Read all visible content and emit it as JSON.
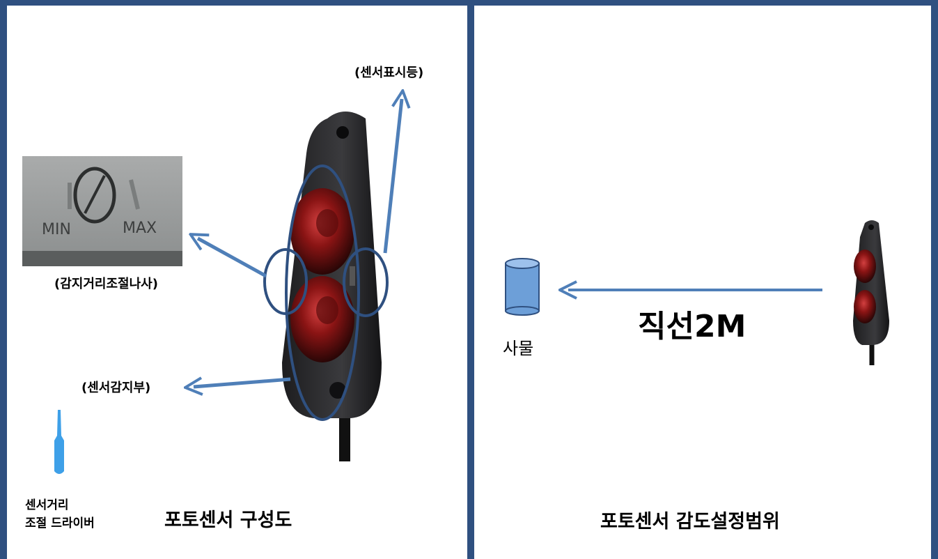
{
  "left": {
    "title": "포토센서 구성도",
    "label_indicator": "(센서표시등)",
    "label_adjust_screw": "(감지거리조절나사)",
    "label_sensing_part": "(센서감지부)",
    "screw_min": "MIN",
    "screw_max": "MAX",
    "driver_line1": "센서거리",
    "driver_line2": "조절 드라이버"
  },
  "right": {
    "title": "포토센서 감도설정범위",
    "distance": "직선2M",
    "object": "사물"
  },
  "colors": {
    "border": "#2f5080",
    "arrow": "#4f7fb8",
    "ellipse": "#2f5080",
    "driver": "#3ea0e8",
    "cylinder": "#6d9fd8"
  }
}
